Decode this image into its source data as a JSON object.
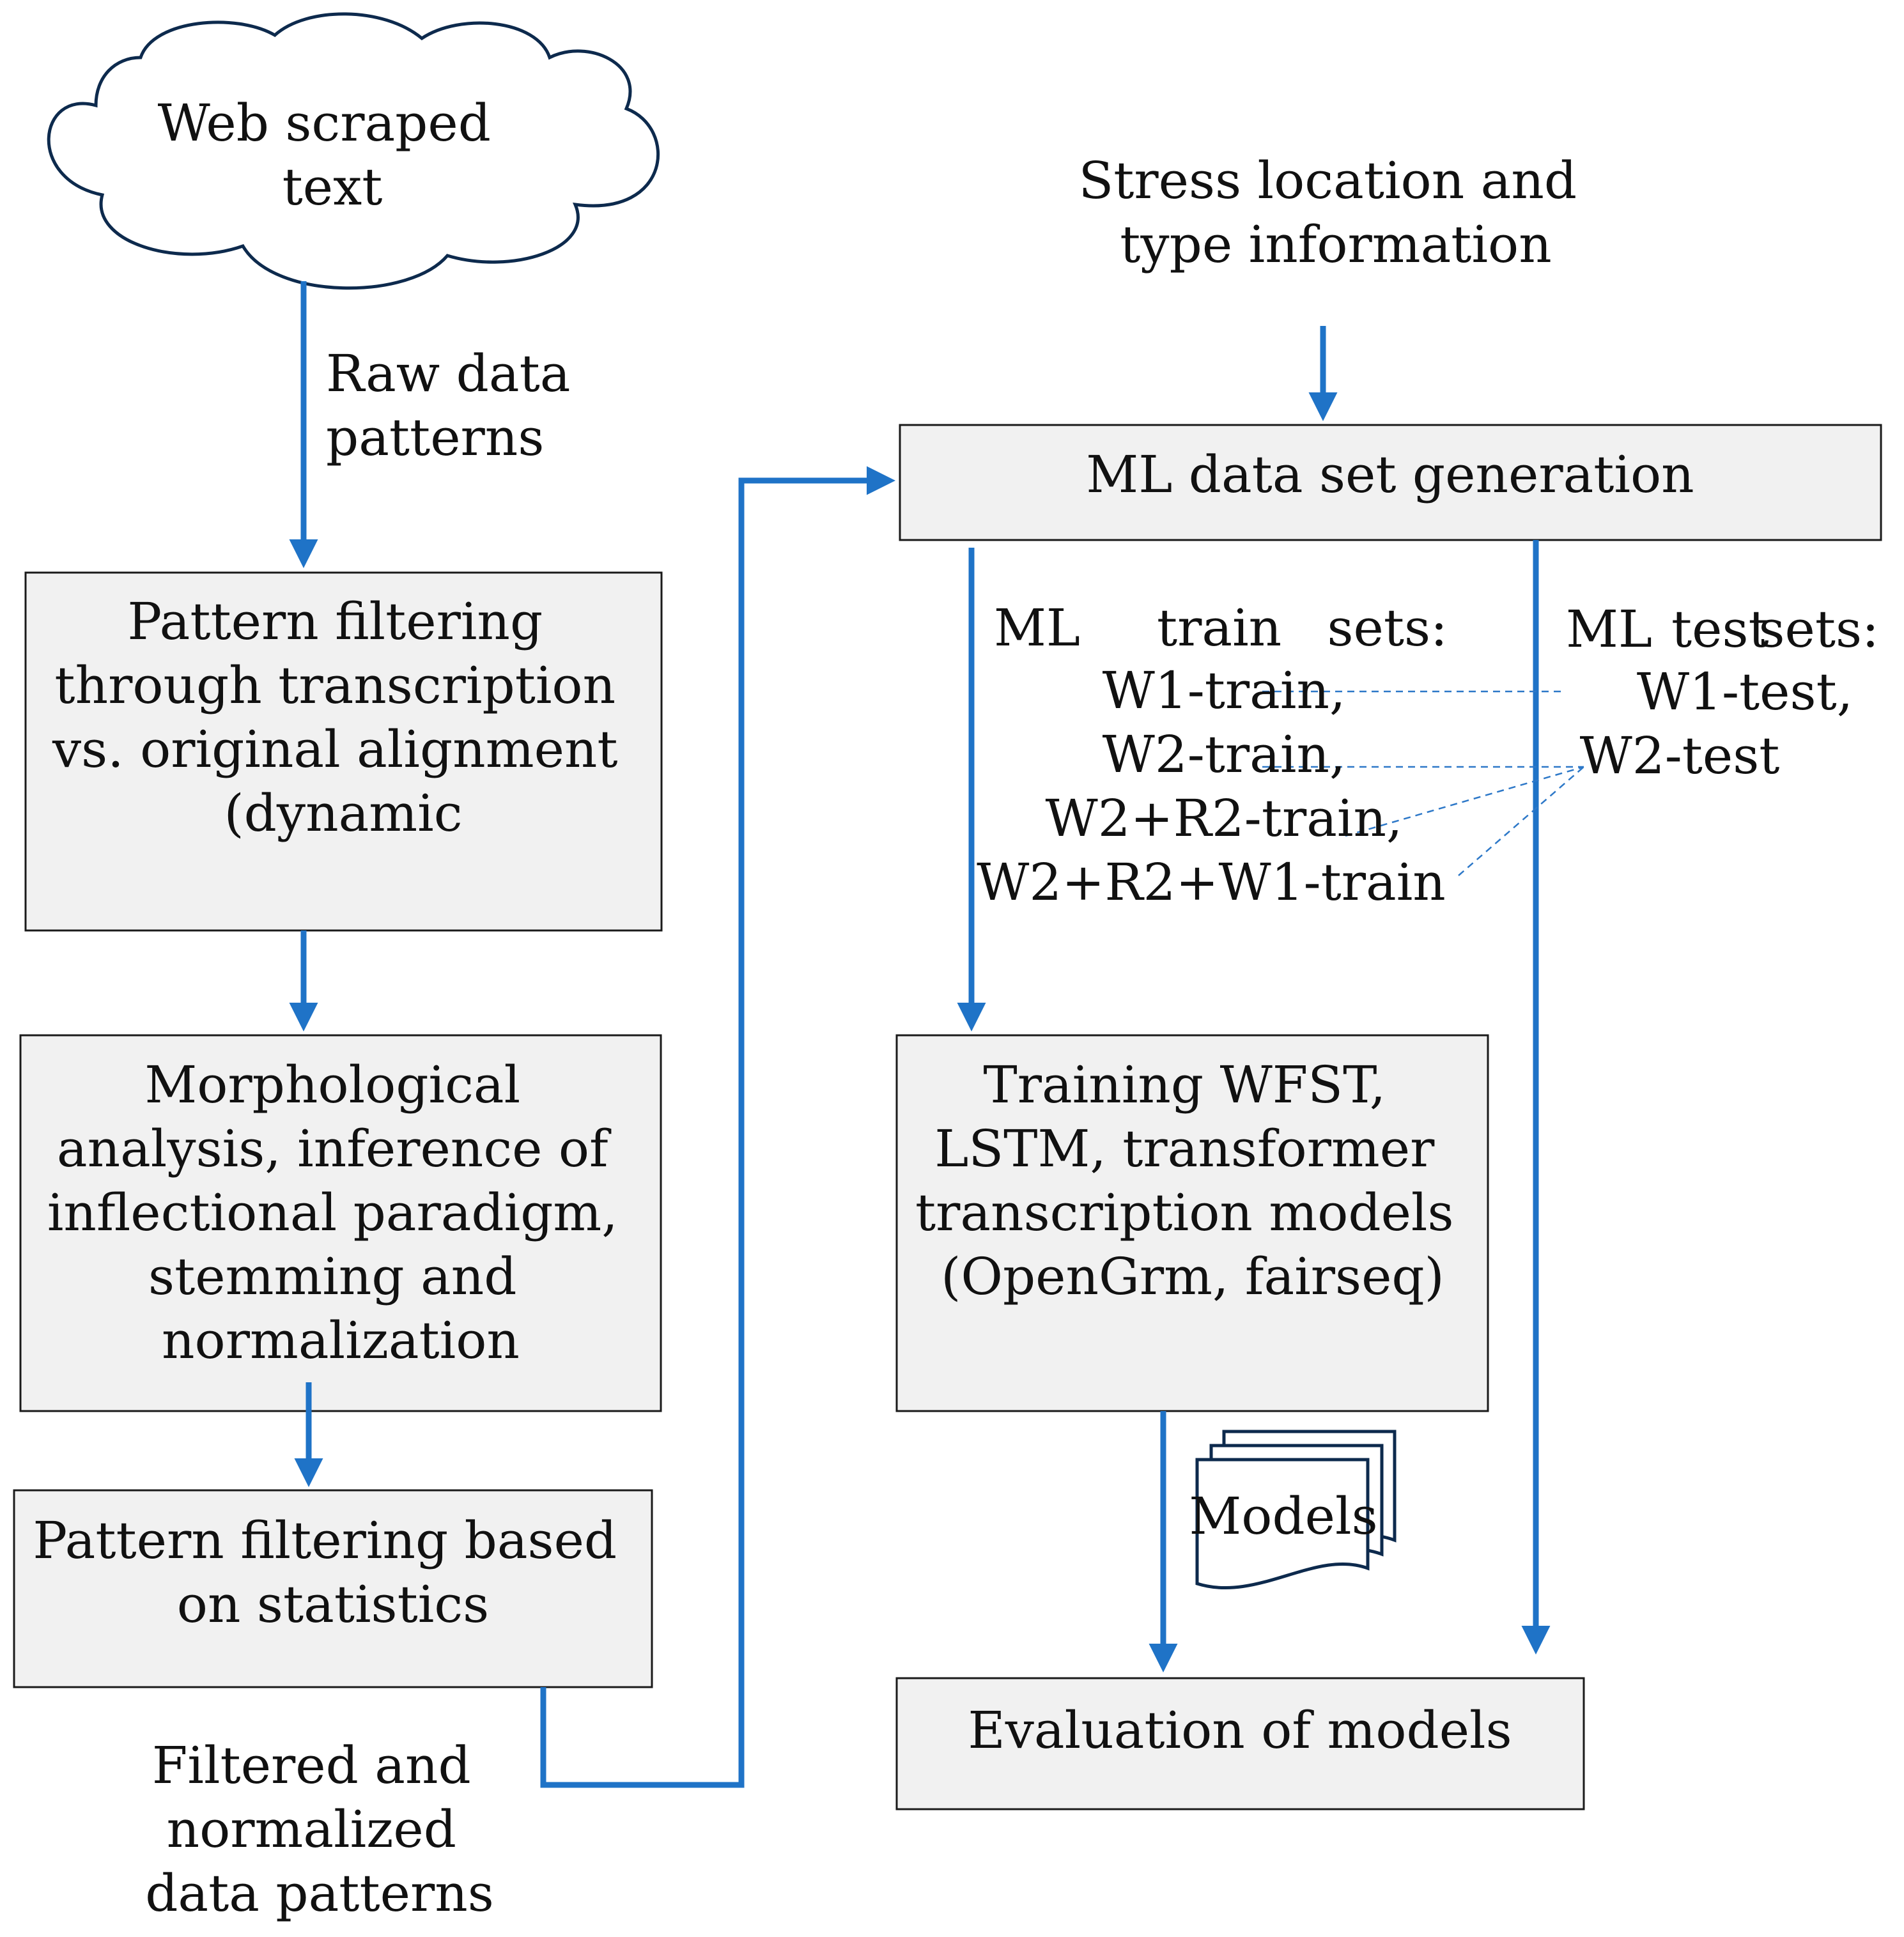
{
  "nodes": {
    "web": {
      "lines": [
        "Web scraped",
        "text"
      ]
    },
    "filter1": {
      "lines": [
        "Pattern filtering",
        "through transcription",
        "vs. original alignment",
        "(dynamic"
      ]
    },
    "morph": {
      "lines": [
        "Morphological",
        "analysis, inference of",
        "inflectional paradigm,",
        "stemming and",
        "normalization"
      ]
    },
    "filter2": {
      "lines": [
        "Pattern filtering based",
        "on statistics"
      ]
    },
    "mlgen": {
      "lines": [
        "ML data set generation"
      ]
    },
    "training": {
      "lines": [
        "Training WFST,",
        "LSTM, transformer",
        "transcription models",
        "(OpenGrm, fairseq)"
      ]
    },
    "models": {
      "lines": [
        "Models"
      ]
    },
    "eval": {
      "lines": [
        "Evaluation of models"
      ]
    }
  },
  "labels": {
    "raw": {
      "lines": [
        "Raw data",
        "patterns"
      ]
    },
    "stress": {
      "lines": [
        "Stress location and",
        "type information"
      ]
    },
    "filtered": {
      "lines": [
        "Filtered and",
        "normalized",
        "data patterns"
      ]
    },
    "train_sets": {
      "heading": [
        "ML",
        "train",
        "sets:"
      ],
      "lines": [
        "W1-train,",
        "W2-train,",
        "W2+R2-train,",
        "W2+R2+W1-train"
      ]
    },
    "test_sets": {
      "heading": [
        "ML",
        "test",
        "sets:"
      ],
      "lines": [
        "W1-test,",
        "W2-test"
      ]
    }
  },
  "colors": {
    "arrow": "#1f73c7",
    "box_fill": "#f1f1f1",
    "cloud_stroke": "#0d2a4d",
    "dashed": "#2d78c8"
  }
}
